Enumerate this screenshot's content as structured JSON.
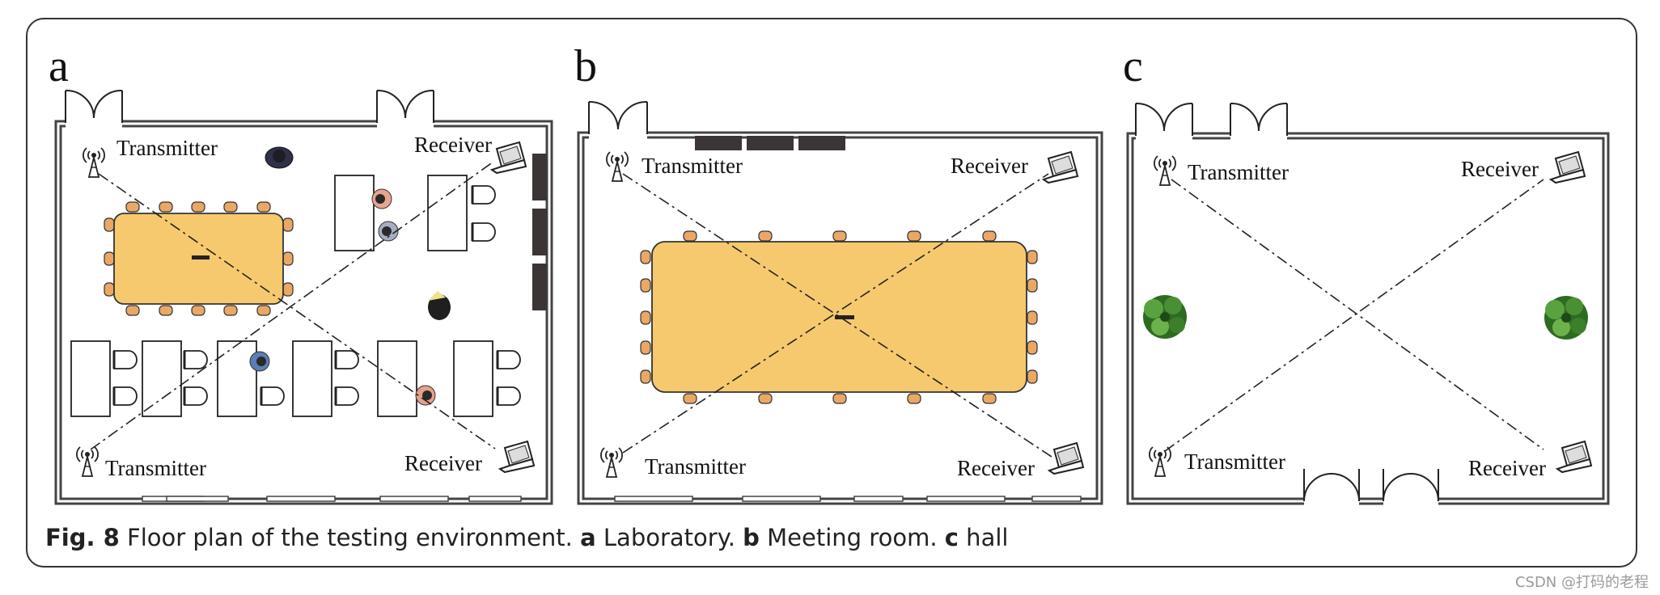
{
  "panels": [
    {
      "letter": "a",
      "tx_top": "Transmitter",
      "rx_top": "Receiver",
      "tx_bottom": "Transmitter",
      "rx_bottom": "Receiver"
    },
    {
      "letter": "b",
      "tx_top": "Transmitter",
      "rx_top": "Receiver",
      "tx_bottom": "Transmitter",
      "rx_bottom": "Receiver"
    },
    {
      "letter": "c",
      "tx_top": "Transmitter",
      "rx_top": "Receiver",
      "tx_bottom": "Transmitter",
      "rx_bottom": "Receiver"
    }
  ],
  "caption": {
    "fig": "Fig. 8",
    "text1": " Floor plan of the testing environment. ",
    "a": "a",
    "text2": " Laboratory. ",
    "b": "b",
    "text3": " Meeting room. ",
    "c": "c",
    "text4": " hall"
  },
  "watermark": "CSDN @打码的老程",
  "colors": {
    "table": "#f6c96e",
    "chair": "#e9a865",
    "wall": "#444444",
    "plant": "#3f8a2f"
  }
}
